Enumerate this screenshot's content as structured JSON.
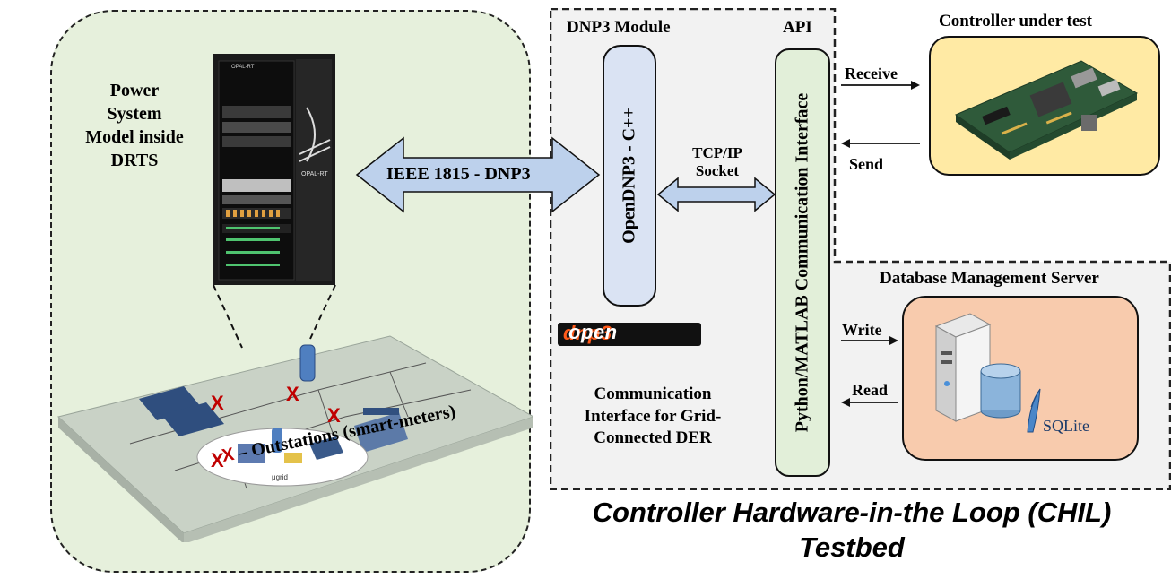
{
  "left": {
    "power_text_lines": [
      "Power",
      "System",
      "Model inside",
      "DRTS"
    ],
    "rack_brand": "OPAL-RT",
    "ugrid_label": "μgrid",
    "outstation_marker": "X",
    "outstation_text": " – Outstations (smart-meters)"
  },
  "arrow": {
    "label": "IEEE 1815 - DNP3"
  },
  "middle": {
    "dnp3_title": "DNP3 Module",
    "api_title": "API",
    "opendnp_label": "OpenDNP3 -  C++",
    "tcp_label_lines": [
      "TCP/IP",
      "Socket"
    ],
    "python_label": "Python/MATLAB Communication Interface",
    "logo_text_a": "open",
    "logo_text_b": "dnp3",
    "comm_text_lines": [
      "Communication",
      "Interface for Grid-",
      "Connected DER"
    ]
  },
  "controller": {
    "title": "Controller under test",
    "receive": "Receive",
    "send": "Send"
  },
  "database": {
    "title": "Database Management Server",
    "write": "Write",
    "read": "Read",
    "sqlite": "SQLite"
  },
  "footer": {
    "title_line1": "Controller Hardware-in-the Loop (CHIL)",
    "title_line2": "Testbed"
  },
  "colors": {
    "left_panel": "#e6f0dc",
    "mid_panel": "#f2f2f2",
    "opendnp_box": "#dae3f3",
    "python_box": "#e2efd9",
    "controller_box": "#ffeaa4",
    "db_box": "#f8cbad",
    "arrow_fill": "#bdd1ec",
    "outstation_marker": "#c00000"
  }
}
